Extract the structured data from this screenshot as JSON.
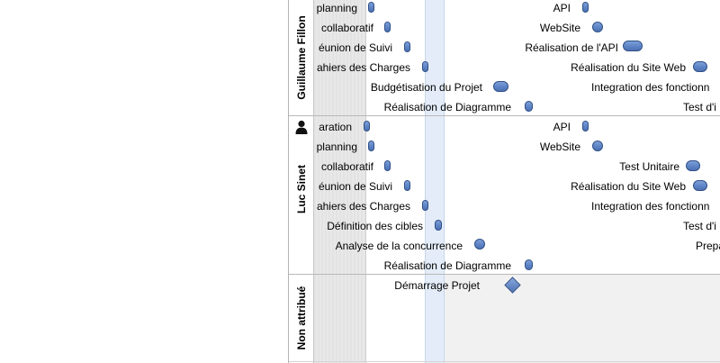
{
  "groups": [
    {
      "name": "Guillaume Fillon"
    },
    {
      "name": "Luc Sinet"
    },
    {
      "name": "Non attribué"
    }
  ],
  "tasks": {
    "g1_planning": "planning",
    "g1_collaboratif": "collaboratif",
    "g1_reunion": "éunion de Suivi",
    "g1_cahiers": "ahiers des Charges",
    "g1_budget": "Budgétisation du Projet",
    "g1_diagramme": "Réalisation de Diagramme",
    "g1_api": "API",
    "g1_website": "WebSite",
    "g1_realisation_api": "Réalisation de l'API",
    "g1_site_web": "Réalisation du Site Web",
    "g1_integration": "Integration des fonctionn",
    "g1_test": "Test d'i",
    "g2_preparation": "aration",
    "g2_planning": "planning",
    "g2_collaboratif": "collaboratif",
    "g2_reunion": "éunion de Suivi",
    "g2_cahiers": "ahiers des Charges",
    "g2_cibles": "Définition des cibles",
    "g2_concurrence": "Analyse de la concurrence",
    "g2_diagramme": "Réalisation de Diagramme",
    "g2_api": "API",
    "g2_website": "WebSite",
    "g2_test_unitaire": "Test Unitaire",
    "g2_site_web": "Réalisation du Site Web",
    "g2_integration": "Integration des fonctionn",
    "g2_test": "Test d'i",
    "g2_prepa": "Prepa",
    "g3_demarrage": "Démarrage Projet"
  },
  "colors": {
    "task_fill": "#5b82c4",
    "task_border": "#2f4f86",
    "today_column": "#e3ecf8"
  }
}
